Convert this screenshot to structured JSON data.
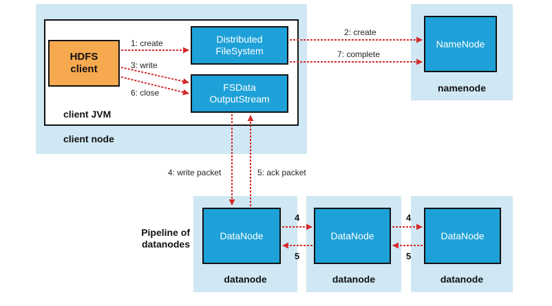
{
  "client": {
    "node_label": "client node",
    "jvm_label": "client JVM",
    "hdfs_client": "HDFS\nclient",
    "distributed_fs": "Distributed\nFileSystem",
    "fsdata_stream": "FSData\nOutputStream"
  },
  "namenode": {
    "box_label": "namenode",
    "component": "NameNode"
  },
  "pipeline": {
    "label": "Pipeline of\ndatanodes",
    "datanodes": [
      {
        "component": "DataNode",
        "box_label": "datanode"
      },
      {
        "component": "DataNode",
        "box_label": "datanode"
      },
      {
        "component": "DataNode",
        "box_label": "datanode"
      }
    ]
  },
  "steps": {
    "create": "1: create",
    "write": "3: write",
    "close": "6: close",
    "nn_create": "2: create",
    "complete": "7: complete",
    "write_packet": "4: write packet",
    "ack_packet": "5: ack packet",
    "fwd_num": "4",
    "ack_num": "5"
  },
  "colors": {
    "node_bg": "#cfe8f3",
    "component_blue": "#1ea1d8",
    "client_orange": "#f6a94f",
    "arrow_red": "#d42a2a"
  }
}
